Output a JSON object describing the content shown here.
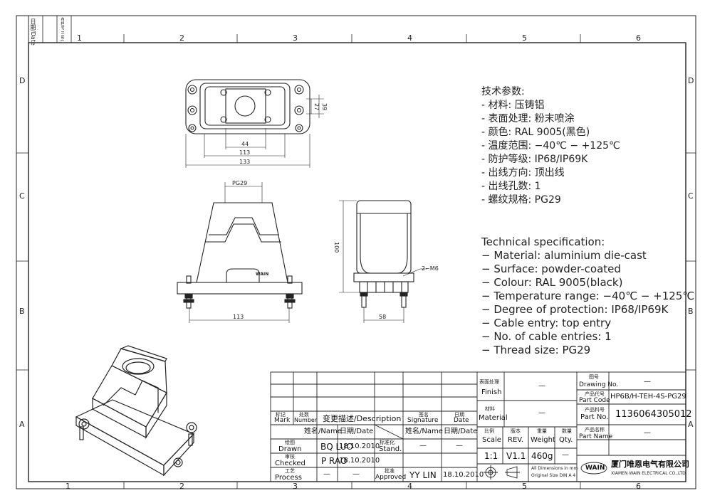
{
  "grid": {
    "cols_top": [
      "1",
      "2",
      "3",
      "4",
      "5",
      "6"
    ],
    "cols_bottom": [
      "1",
      "2",
      "3",
      "4",
      "5",
      "6"
    ],
    "rows_left": [
      "D",
      "C",
      "B",
      "A"
    ],
    "rows_right": [
      "D",
      "C",
      "B",
      "A"
    ]
  },
  "margin_strip": {
    "date_label": "日期/Date",
    "filing_label": "存档号 Filing Clerk"
  },
  "dimensions": {
    "top_44": "44",
    "top_113": "113",
    "top_133": "133",
    "top_27": "27",
    "top_39": "39",
    "front_pg29": "PG29",
    "front_113": "113",
    "side_100": "100",
    "side_58": "58",
    "side_m6": "2−M6",
    "brand_mark": "WAIN"
  },
  "spec_cn": {
    "heading": "技术参数:",
    "lines": [
      "- 材料: 压铸铝",
      "- 表面处理: 粉末喷涂",
      "- 颜色: RAL 9005(黑色)",
      "- 温度范围: −40℃ − +125℃",
      "- 防护等级: IP68/IP69K",
      "- 出线方向: 顶出线",
      "- 出线孔数: 1",
      "- 螺纹规格: PG29"
    ]
  },
  "spec_en": {
    "heading": "Technical specification:",
    "lines": [
      "− Material: aluminium die-cast",
      "− Surface: powder-coated",
      "− Colour: RAL 9005(black)",
      "− Temperature range: −40℃ − +125℃",
      "− Degree of protection: IP68/IP69K",
      "− Cable entry: top entry",
      "− No. of cable entries: 1",
      "− Thread size: PG29"
    ]
  },
  "title_block": {
    "mark_cn": "标记",
    "mark": "Mark",
    "number_cn": "处数",
    "number": "Number",
    "change_desc": "变更描述/Description",
    "signature_cn": "签名",
    "signature": "Signature",
    "date_cn": "日期",
    "date": "Date",
    "name_date_1": "姓名/Name",
    "date_hdr_1": "日期/Date",
    "name_date_2": "姓名/Name",
    "date_hdr_2": "日期/Date",
    "drawn_cn": "绘图",
    "drawn": "Drawn",
    "drawn_name": "BQ LUO",
    "drawn_date": "18.10.2010",
    "stand_cn": "标准化",
    "stand": "Stand.",
    "stand_name": "—",
    "stand_date": "—",
    "checked_cn": "审核",
    "checked": "Checked",
    "checked_name": "P RAO",
    "checked_date": "18.10.2010",
    "process_cn": "工艺",
    "process": "Process",
    "process_name": "—",
    "process_date": "—",
    "approved_cn": "批准",
    "approved": "Approved",
    "approved_name": "YY LIN",
    "approved_date": "18.10.2010",
    "finish_cn": "表面处理",
    "finish": "Finish",
    "finish_val": "—",
    "material_cn": "材料",
    "material": "Material",
    "material_val": "—",
    "scale_cn": "比例",
    "scale": "Scale",
    "scale_val": "1:1",
    "rev_cn": "版本",
    "rev": "REV.",
    "rev_val": "V1.1",
    "weight_cn": "重量",
    "weight": "Weight",
    "weight_val": "460g",
    "qty_cn": "数量",
    "qty": "Qty.",
    "qty_val": "—",
    "drawing_no_cn": "图号",
    "drawing_no": "Drawing No.",
    "drawing_no_val": "—",
    "part_code_cn": "产品代号",
    "part_code": "Part Code",
    "part_code_val": "HP6B/H-TEH-4S-PG29",
    "part_no_cn": "产品料号",
    "part_no": "Part No.",
    "part_no_val": "1136064305012",
    "part_name_cn": "产品名称",
    "part_name": "Part Name",
    "part_name_val": "—",
    "dims_note_1": "All Dimensions in mm",
    "dims_note_2": "Original Size DIN A 4",
    "company_logo": "WAIN",
    "company_cn": "厦门唯恩电气有限公司",
    "company_en": "XIAMEN WAIN ELECTRICAL CO.,LTD"
  }
}
